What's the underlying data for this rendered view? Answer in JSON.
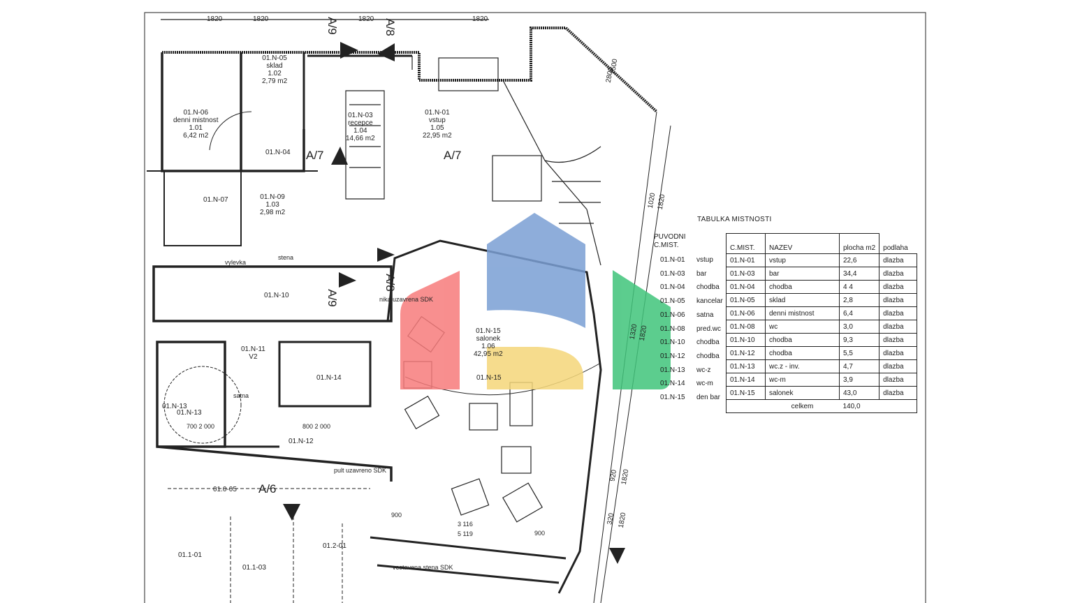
{
  "plan": {
    "dimensions_top": [
      "1820",
      "1820",
      "1820",
      "1820"
    ],
    "dimensions_right": [
      "1500",
      "2800",
      "1020",
      "1820",
      "1320",
      "1820",
      "920",
      "1820",
      "320",
      "1820"
    ],
    "section_marks": [
      "A/9",
      "A/8",
      "A/7",
      "A/7",
      "A/9",
      "A/8",
      "A/6"
    ],
    "rooms": [
      {
        "code": "01.N-06",
        "name": "denni mistnost",
        "num": "1.01",
        "area": "6,42 m2"
      },
      {
        "code": "01.N-05",
        "name": "sklad",
        "num": "1.02",
        "area": "2,79 m2"
      },
      {
        "code": "01.N-03",
        "name": "recepce",
        "num": "1.04",
        "area": "14,66 m2"
      },
      {
        "code": "01.N-01",
        "name": "vstup",
        "num": "1.05",
        "area": "22,95 m2"
      },
      {
        "code": "01.N-04"
      },
      {
        "code": "01.N-07"
      },
      {
        "code": "01.N-09",
        "num": "1.03",
        "area": "2,98 m2"
      },
      {
        "code": "01.N-10"
      },
      {
        "code": "01.N-11",
        "name": "V2"
      },
      {
        "code": "01.N-13"
      },
      {
        "code": "01.N-13"
      },
      {
        "code": "01.N-14"
      },
      {
        "code": "01.N-12"
      },
      {
        "code": "01.N-15",
        "name": "salonek",
        "num": "1.06",
        "area": "42,95 m2"
      },
      {
        "code": "01.N-15"
      },
      {
        "code": "01.0-05"
      },
      {
        "code": "01.1-01"
      },
      {
        "code": "01.1-03"
      },
      {
        "code": "01.2-01"
      }
    ],
    "notes": [
      "vylevka",
      "stena",
      "satna",
      "nika uzavrena SDK",
      "pult uzavreno SDK",
      "vestavena stena SDK",
      "800 2 000",
      "700 2 000",
      "3 116",
      "5 119",
      "900",
      "900"
    ]
  },
  "table": {
    "title": "TABULKA MISTNOSTI",
    "orig_header": [
      "PUVODNI",
      "C.MIST."
    ],
    "headers": [
      "C.MIST.",
      "NAZEV",
      "plocha m2",
      "podlaha"
    ],
    "rows": [
      {
        "orig": "01.N-01",
        "orig_name": "vstup",
        "code": "01.N-01",
        "name": "vstup",
        "area": "22,6",
        "floor": "dlazba"
      },
      {
        "orig": "01.N-03",
        "orig_name": "bar",
        "code": "01.N-03",
        "name": "bar",
        "area": "34,4",
        "floor": "dlazba"
      },
      {
        "orig": "01.N-04",
        "orig_name": "chodba",
        "code": "01.N-04",
        "name": "chodba",
        "area": "4 4",
        "floor": "dlazba"
      },
      {
        "orig": "01.N-05",
        "orig_name": "kancelar",
        "code": "01.N-05",
        "name": "sklad",
        "area": "2,8",
        "floor": "dlazba"
      },
      {
        "orig": "01.N-06",
        "orig_name": "satna",
        "code": "01.N-06",
        "name": "denni mistnost",
        "area": "6,4",
        "floor": "dlazba"
      },
      {
        "orig": "01.N-08",
        "orig_name": "pred.wc",
        "code": "01.N-08",
        "name": "wc",
        "area": "3,0",
        "floor": "dlazba"
      },
      {
        "orig": "01.N-10",
        "orig_name": "chodba",
        "code": "01.N-10",
        "name": "chodba",
        "area": "9,3",
        "floor": "dlazba"
      },
      {
        "orig": "01.N-12",
        "orig_name": "chodba",
        "code": "01.N-12",
        "name": "chodba",
        "area": "5,5",
        "floor": "dlazba"
      },
      {
        "orig": "01.N-13",
        "orig_name": "wc-z",
        "code": "01.N-13",
        "name": "wc.z - inv.",
        "area": "4,7",
        "floor": "dlazba"
      },
      {
        "orig": "01.N-14",
        "orig_name": "wc-m",
        "code": "01.N-14",
        "name": "wc-m",
        "area": "3,9",
        "floor": "dlazba"
      },
      {
        "orig": "01.N-15",
        "orig_name": "den bar",
        "code": "01.N-15",
        "name": "salonek",
        "area": "43,0",
        "floor": "dlazba"
      }
    ],
    "total_label": "celkem",
    "total_value": "140,0"
  },
  "watermark": {
    "colors": [
      "#f77b7b",
      "#7a9fd4",
      "#f5d77a",
      "#3fc47a"
    ]
  }
}
